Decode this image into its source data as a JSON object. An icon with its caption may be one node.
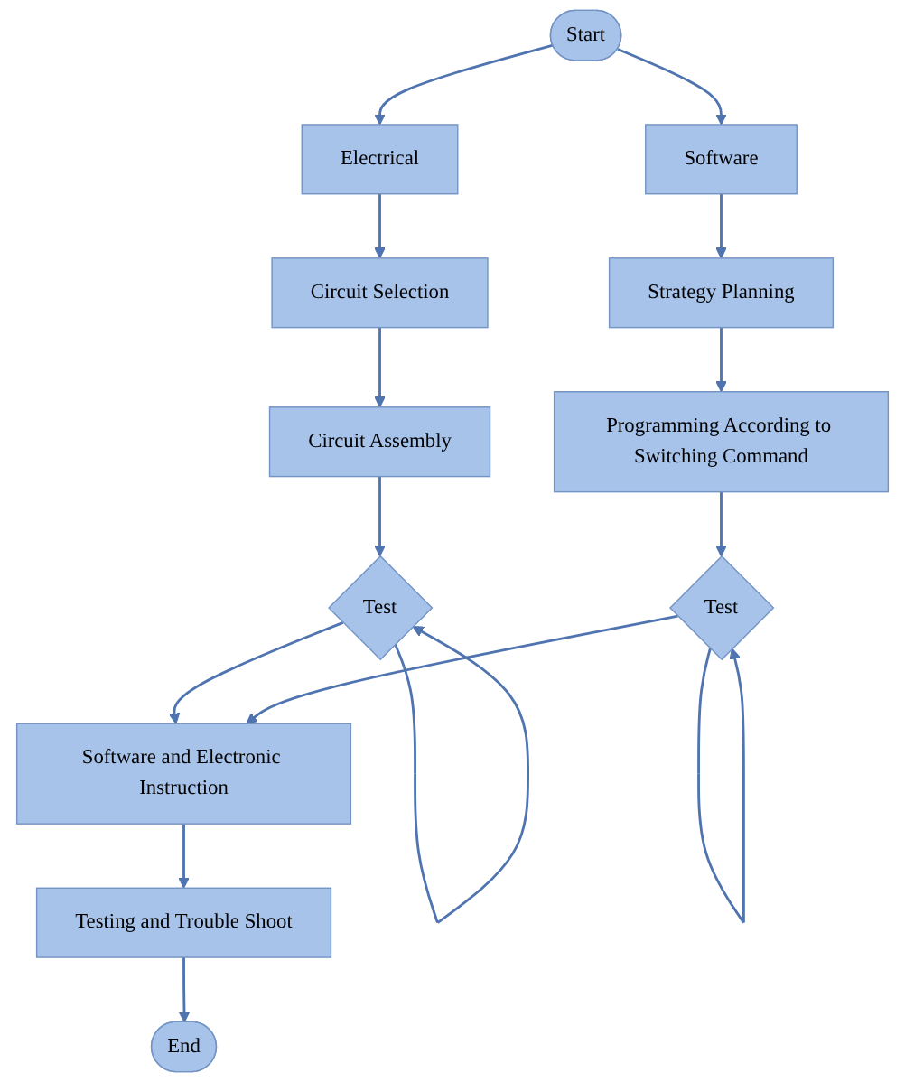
{
  "diagram": {
    "nodes": [
      {
        "text": [
          "Start"
        ]
      },
      {
        "text": [
          "Electrical"
        ]
      },
      {
        "text": [
          "Software"
        ]
      },
      {
        "text": [
          "Circuit Selection"
        ]
      },
      {
        "text": [
          "Strategy Planning"
        ]
      },
      {
        "text": [
          "Circuit Assembly"
        ]
      },
      {
        "text": [
          "Programming According to Switching Command"
        ]
      },
      {
        "text": [
          "Test"
        ]
      },
      {
        "text": [
          "Test"
        ]
      },
      {
        "text": [
          "Software and Electronic Instruction"
        ]
      },
      {
        "text": [
          "Testing and Trouble Shoot"
        ]
      },
      {
        "text": [
          "End"
        ]
      }
    ],
    "edges": [
      {
        "from": 0,
        "to": 1,
        "arrow": "to"
      },
      {
        "from": 0,
        "to": 2,
        "arrow": "to"
      },
      {
        "from": 1,
        "to": 3,
        "arrow": "to"
      },
      {
        "from": 3,
        "to": 5,
        "arrow": "to"
      },
      {
        "from": 5,
        "to": 7,
        "arrow": "to"
      },
      {
        "from": 7,
        "to": 7,
        "arrow": "to"
      },
      {
        "from": 7,
        "to": 9,
        "arrow": "to"
      },
      {
        "from": 2,
        "to": 4,
        "arrow": "to"
      },
      {
        "from": 4,
        "to": 6,
        "arrow": "to"
      },
      {
        "from": 6,
        "to": 8,
        "arrow": "to"
      },
      {
        "from": 8,
        "to": 8,
        "arrow": "to"
      },
      {
        "from": 8,
        "to": 9,
        "arrow": "to"
      },
      {
        "from": 9,
        "to": 10,
        "arrow": "to"
      },
      {
        "from": 10,
        "to": 11,
        "arrow": "to"
      }
    ]
  }
}
